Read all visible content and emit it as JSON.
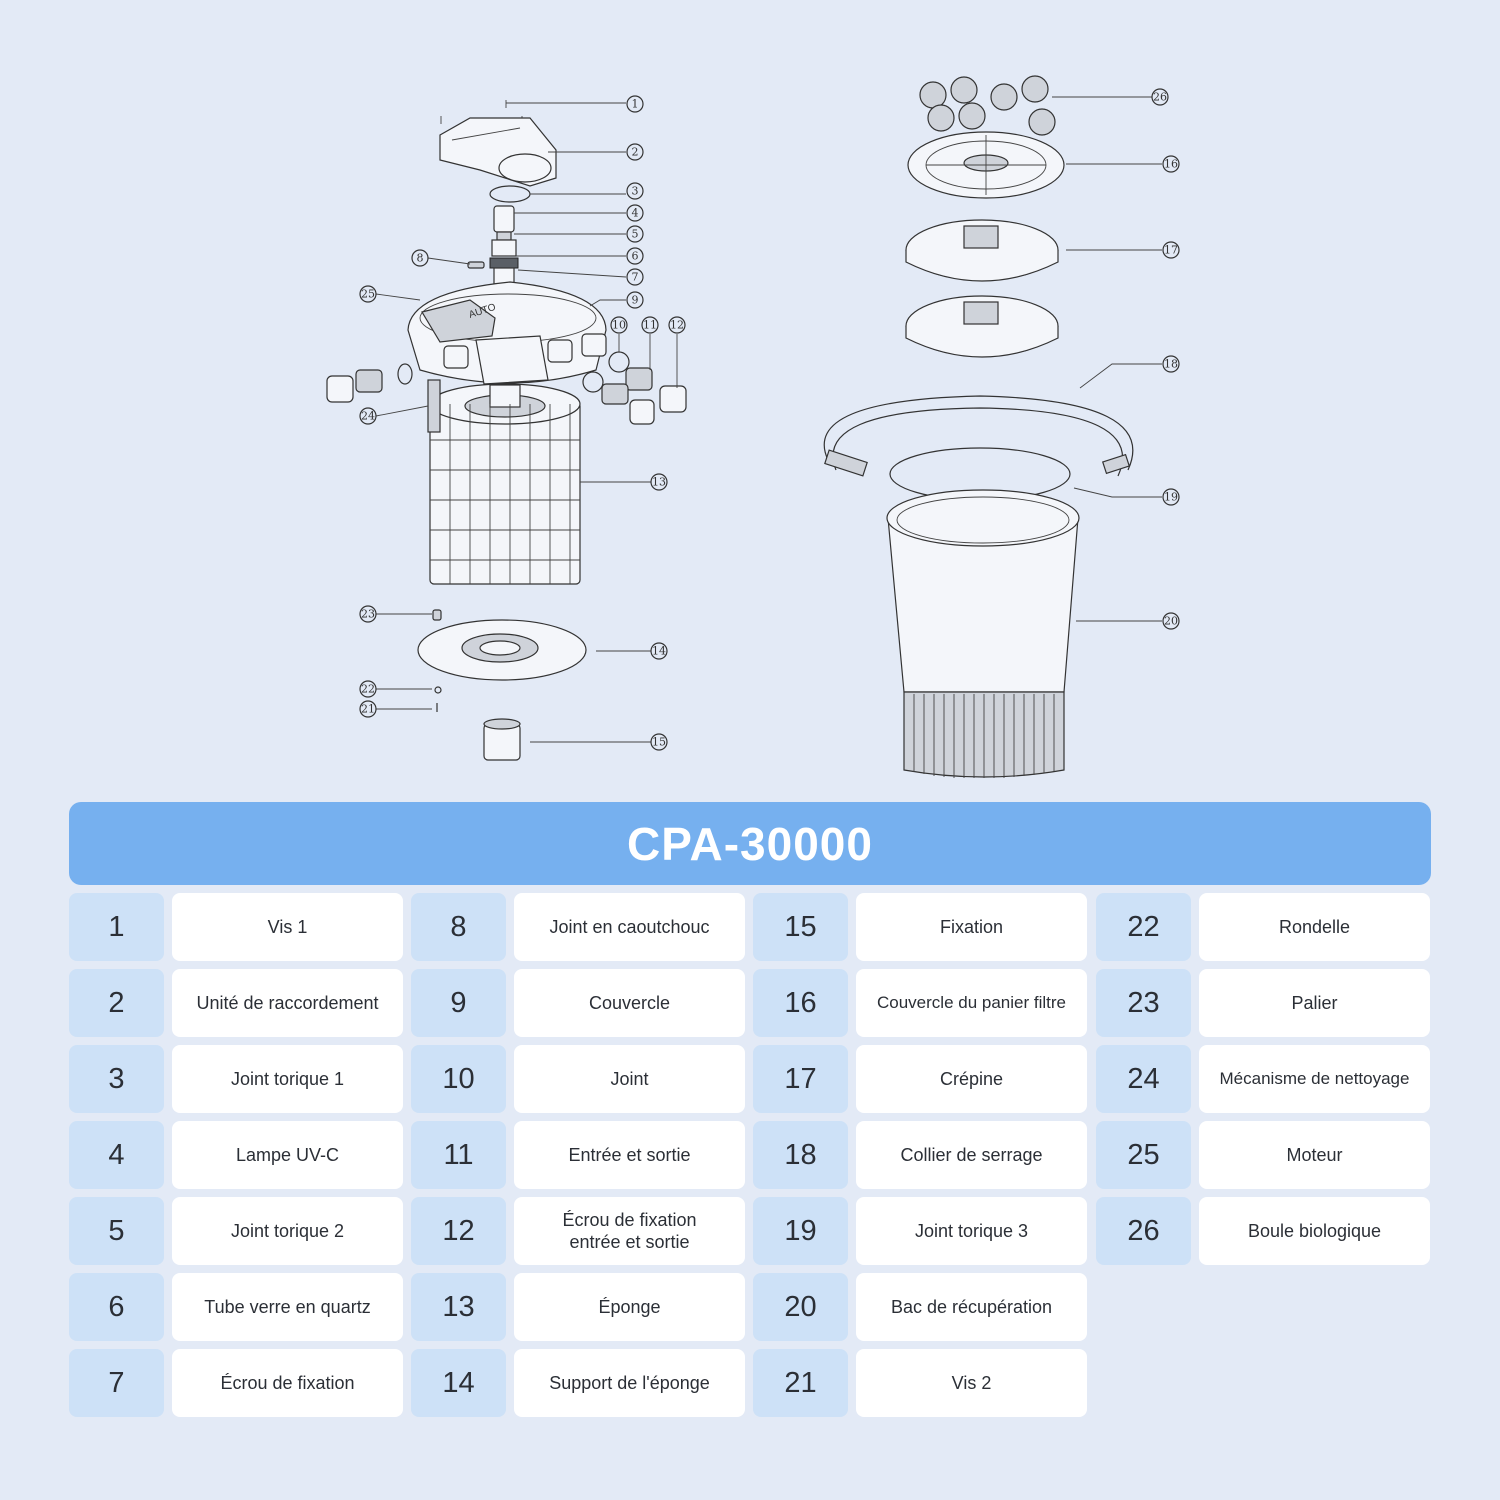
{
  "diagram": {
    "callouts": [
      "①",
      "②",
      "③",
      "④",
      "⑤",
      "⑥",
      "⑦",
      "⑧",
      "⑨",
      "⑩",
      "⑪",
      "⑫",
      "⑬",
      "⑭",
      "⑮",
      "⑯",
      "⑰",
      "⑱",
      "⑲",
      "⑳",
      "㉑",
      "㉒",
      "㉓",
      "㉔",
      "㉕",
      "㉖"
    ],
    "auto_text": "AUTO"
  },
  "title": "CPA-30000",
  "parts": [
    {
      "n": "1",
      "label": "Vis 1"
    },
    {
      "n": "2",
      "label": "Unité de raccordement"
    },
    {
      "n": "3",
      "label": "Joint torique 1"
    },
    {
      "n": "4",
      "label": "Lampe UV-C"
    },
    {
      "n": "5",
      "label": "Joint torique 2"
    },
    {
      "n": "6",
      "label": "Tube verre en quartz"
    },
    {
      "n": "7",
      "label": "Écrou de fixation"
    },
    {
      "n": "8",
      "label": "Joint en caoutchouc"
    },
    {
      "n": "9",
      "label": "Couvercle"
    },
    {
      "n": "10",
      "label": "Joint"
    },
    {
      "n": "11",
      "label": "Entrée et sortie"
    },
    {
      "n": "12",
      "label": "Écrou de fixation entrée et sortie"
    },
    {
      "n": "13",
      "label": "Éponge"
    },
    {
      "n": "14",
      "label": "Support de l'éponge"
    },
    {
      "n": "15",
      "label": "Fixation"
    },
    {
      "n": "16",
      "label": "Couvercle du panier filtre"
    },
    {
      "n": "17",
      "label": "Crépine"
    },
    {
      "n": "18",
      "label": "Collier de serrage"
    },
    {
      "n": "19",
      "label": "Joint torique 3"
    },
    {
      "n": "20",
      "label": "Bac de récupération"
    },
    {
      "n": "21",
      "label": "Vis 2"
    },
    {
      "n": "22",
      "label": "Rondelle"
    },
    {
      "n": "23",
      "label": "Palier"
    },
    {
      "n": "24",
      "label": "Mécanisme de nettoyage"
    },
    {
      "n": "25",
      "label": "Moteur"
    },
    {
      "n": "26",
      "label": "Boule biologique"
    }
  ]
}
